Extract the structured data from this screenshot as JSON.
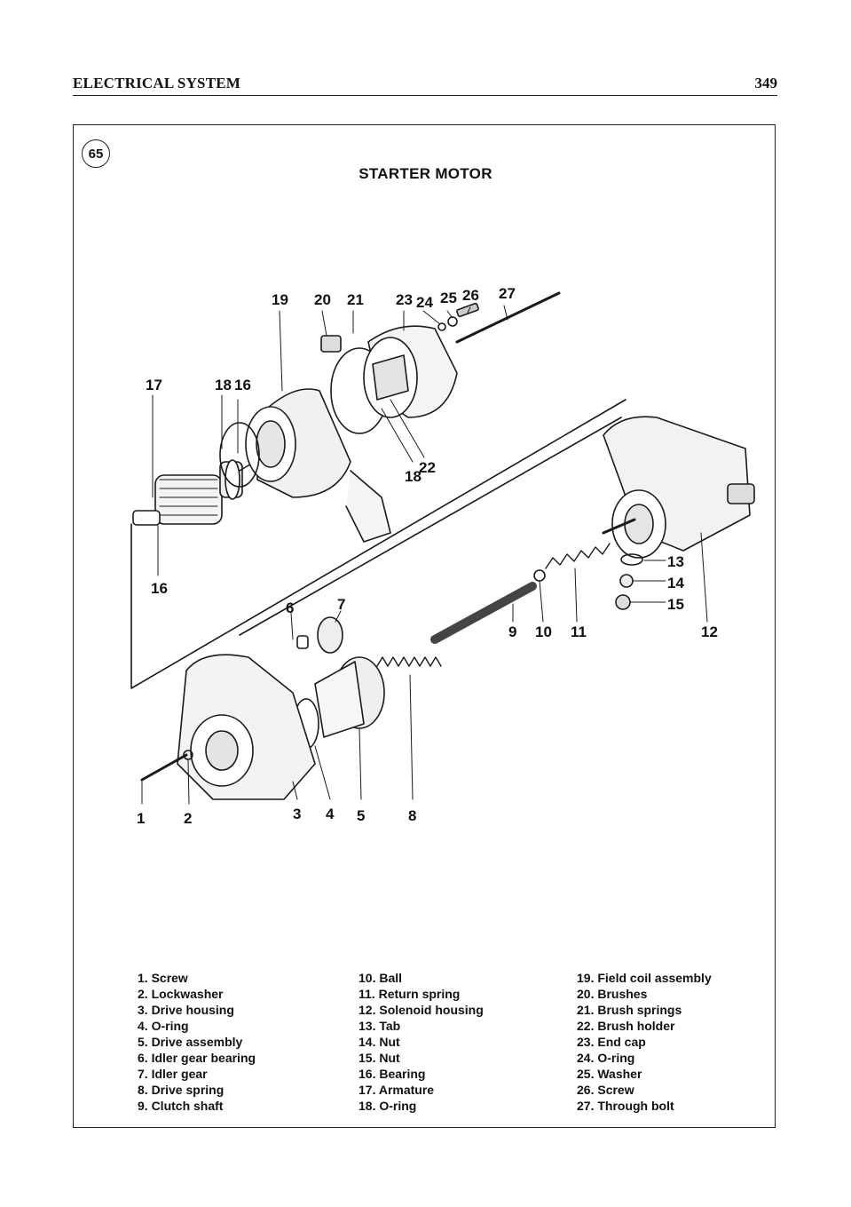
{
  "header": {
    "section_title": "ELECTRICAL SYSTEM",
    "page_number": "349"
  },
  "figure": {
    "number": "65",
    "title": "STARTER MOTOR",
    "callouts": [
      "1",
      "2",
      "3",
      "4",
      "5",
      "6",
      "7",
      "8",
      "9",
      "10",
      "11",
      "12",
      "13",
      "14",
      "15",
      "16",
      "16",
      "17",
      "18",
      "18",
      "19",
      "20",
      "21",
      "22",
      "23",
      "24",
      "25",
      "26",
      "27"
    ]
  },
  "legend": {
    "col1": [
      "1. Screw",
      "2. Lockwasher",
      "3. Drive housing",
      "4. O-ring",
      "5. Drive assembly",
      "6. Idler gear bearing",
      "7. Idler gear",
      "8. Drive spring",
      "9. Clutch shaft"
    ],
    "col2": [
      "10. Ball",
      "11. Return spring",
      "12. Solenoid housing",
      "13. Tab",
      "14. Nut",
      "15. Nut",
      "16. Bearing",
      "17. Armature",
      "18. O-ring"
    ],
    "col3": [
      "19. Field coil assembly",
      "20. Brushes",
      "21. Brush springs",
      "22. Brush holder",
      "23. End cap",
      "24. O-ring",
      "25. Washer",
      "26. Screw",
      "27. Through bolt"
    ]
  }
}
